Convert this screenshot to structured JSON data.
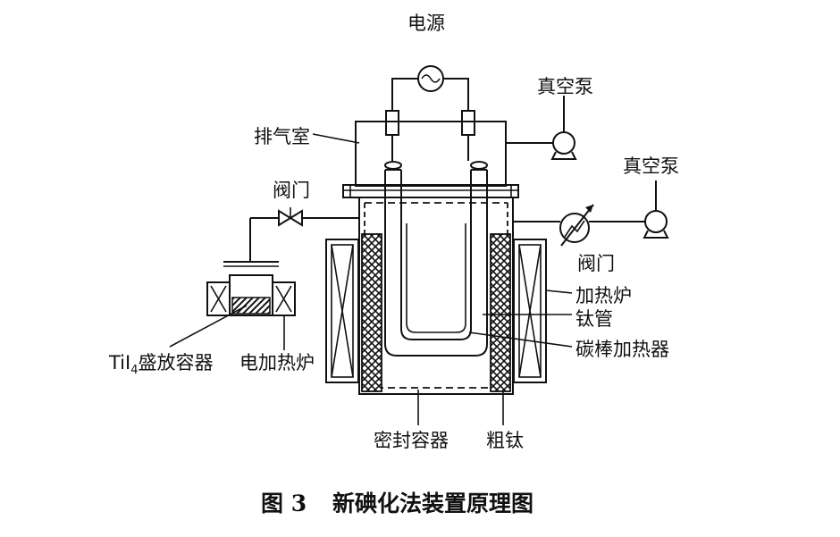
{
  "labels": {
    "power": "电源",
    "vacuum_pump_1": "真空泵",
    "vacuum_pump_2": "真空泵",
    "exhaust_chamber": "排气室",
    "valve_left": "阀门",
    "valve_right": "阀门",
    "heating_furnace": "加热炉",
    "titanium_tube": "钛管",
    "carbon_rod_heater": "碳棒加热器",
    "til4_container_main": "TiI",
    "til4_container_sub": "4",
    "til4_container_rest": "盛放容器",
    "electric_furnace": "电加热炉",
    "sealed_container": "密封容器",
    "crude_titanium": "粗钛"
  },
  "caption": {
    "figure_number": "图 3",
    "title": "新碘化法装置原理图"
  }
}
